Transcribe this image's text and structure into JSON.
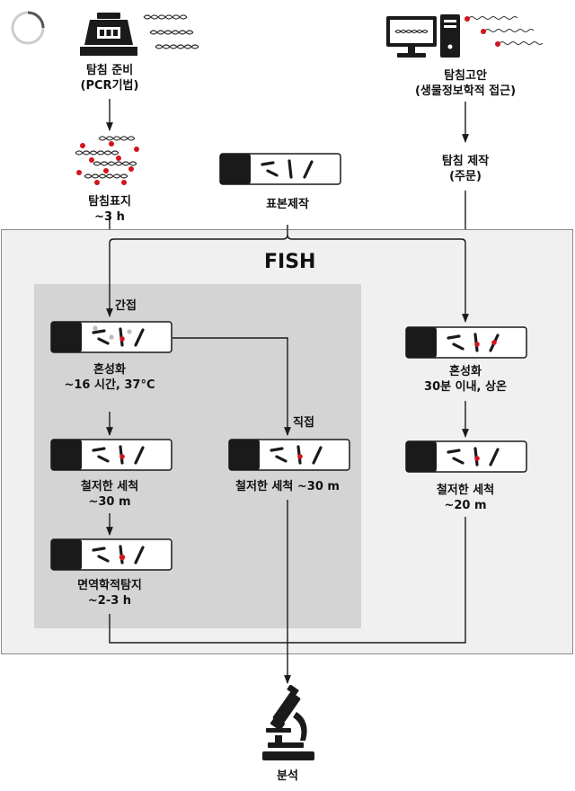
{
  "title": "FISH",
  "nodes": {
    "probe_prep": {
      "line1": "탐침 준비",
      "line2": "(PCR기법)"
    },
    "probe_label": {
      "line1": "탐침표지",
      "line2": "~3 h"
    },
    "probe_design": {
      "line1": "탐침고안",
      "line2": "(생물정보학적 접근)"
    },
    "probe_make": {
      "line1": "탐침 제작",
      "line2": "(주문)"
    },
    "specimen": {
      "line1": "표본제작"
    },
    "indirect": {
      "line1": "간접"
    },
    "direct": {
      "line1": "직접"
    },
    "hyb_indirect": {
      "line1": "혼성화",
      "line2": "~16 시간, 37°C"
    },
    "wash_indirect": {
      "line1": "철저한 세척",
      "line2": "~30 m"
    },
    "immuno": {
      "line1": "면역학적탐지",
      "line2": "~2-3 h"
    },
    "wash_direct": {
      "line1": "철저한 세척 ~30 m"
    },
    "hyb_fast": {
      "line1": "혼성화",
      "line2": "30분 이내, 상온"
    },
    "wash_fast": {
      "line1": "철저한 세척",
      "line2": "~20 m"
    },
    "analysis": {
      "line1": "분석"
    }
  },
  "colors": {
    "label_red": "#d2141e",
    "indirect_panel": "#d4d4d4",
    "fish_panel": "#f0f0f0",
    "stroke": "#1a1a1a"
  },
  "icons": [
    "loading-ring-icon",
    "pcr-machine-icon",
    "dna-strands-icon",
    "labeled-dna-icon",
    "computer-icon",
    "labeled-probe-icon",
    "microscope-icon",
    "microscope-slide-icon"
  ]
}
